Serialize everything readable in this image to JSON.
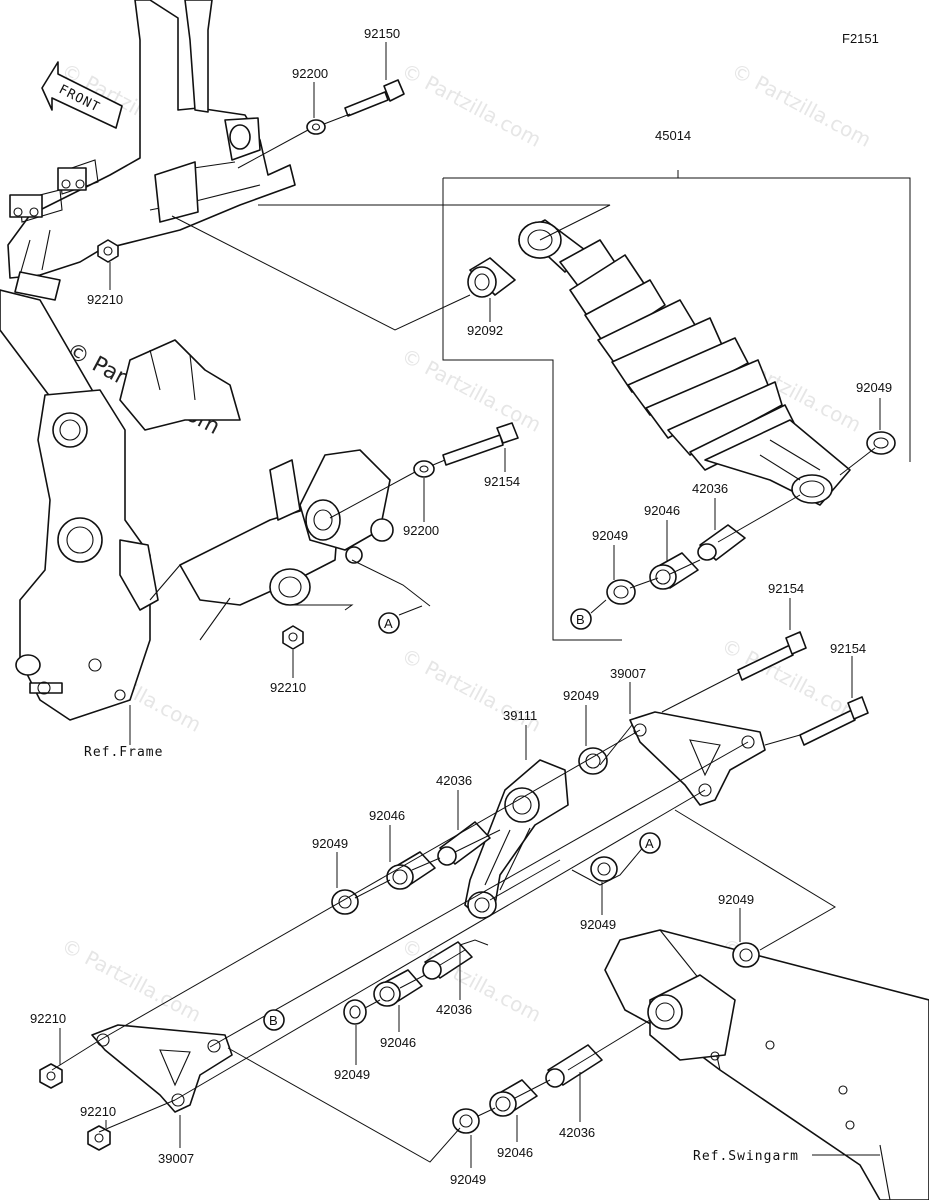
{
  "figure_id": "F2151",
  "watermark": "© Partzilla.com",
  "front_label": "FRONT",
  "ref_frame": "Ref.Frame",
  "ref_swingarm": "Ref.Swingarm",
  "ref_markers": {
    "a": "A",
    "b": "B"
  },
  "callouts": {
    "p92150": "92150",
    "p92200_top": "92200",
    "p92210_frame": "92210",
    "p45014": "45014",
    "p92092": "92092",
    "p92049_shock_top": "92049",
    "p92154_mid": "92154",
    "p92200_mid": "92200",
    "p42036_shock": "42036",
    "p92046_shock": "92046",
    "p92049_shock_low": "92049",
    "p92210_mid": "92210",
    "p92154_r1": "92154",
    "p92154_r2": "92154",
    "p39007_right": "39007",
    "p92049_rod_r": "92049",
    "p39111": "39111",
    "p42036_rod_top": "42036",
    "p92046_rod_top": "92046",
    "p92049_rod_l": "92049",
    "p92049_rod_low": "92049",
    "p92049_swing": "92049",
    "p92210_left1": "92210",
    "p92210_left2": "92210",
    "p42036_rod_low": "42036",
    "p92046_rod_low": "92046",
    "p92049_rod_low2": "92049",
    "p39007_left": "39007",
    "p42036_swing": "42036",
    "p92046_swing": "92046",
    "p92049_bottom": "92049"
  }
}
